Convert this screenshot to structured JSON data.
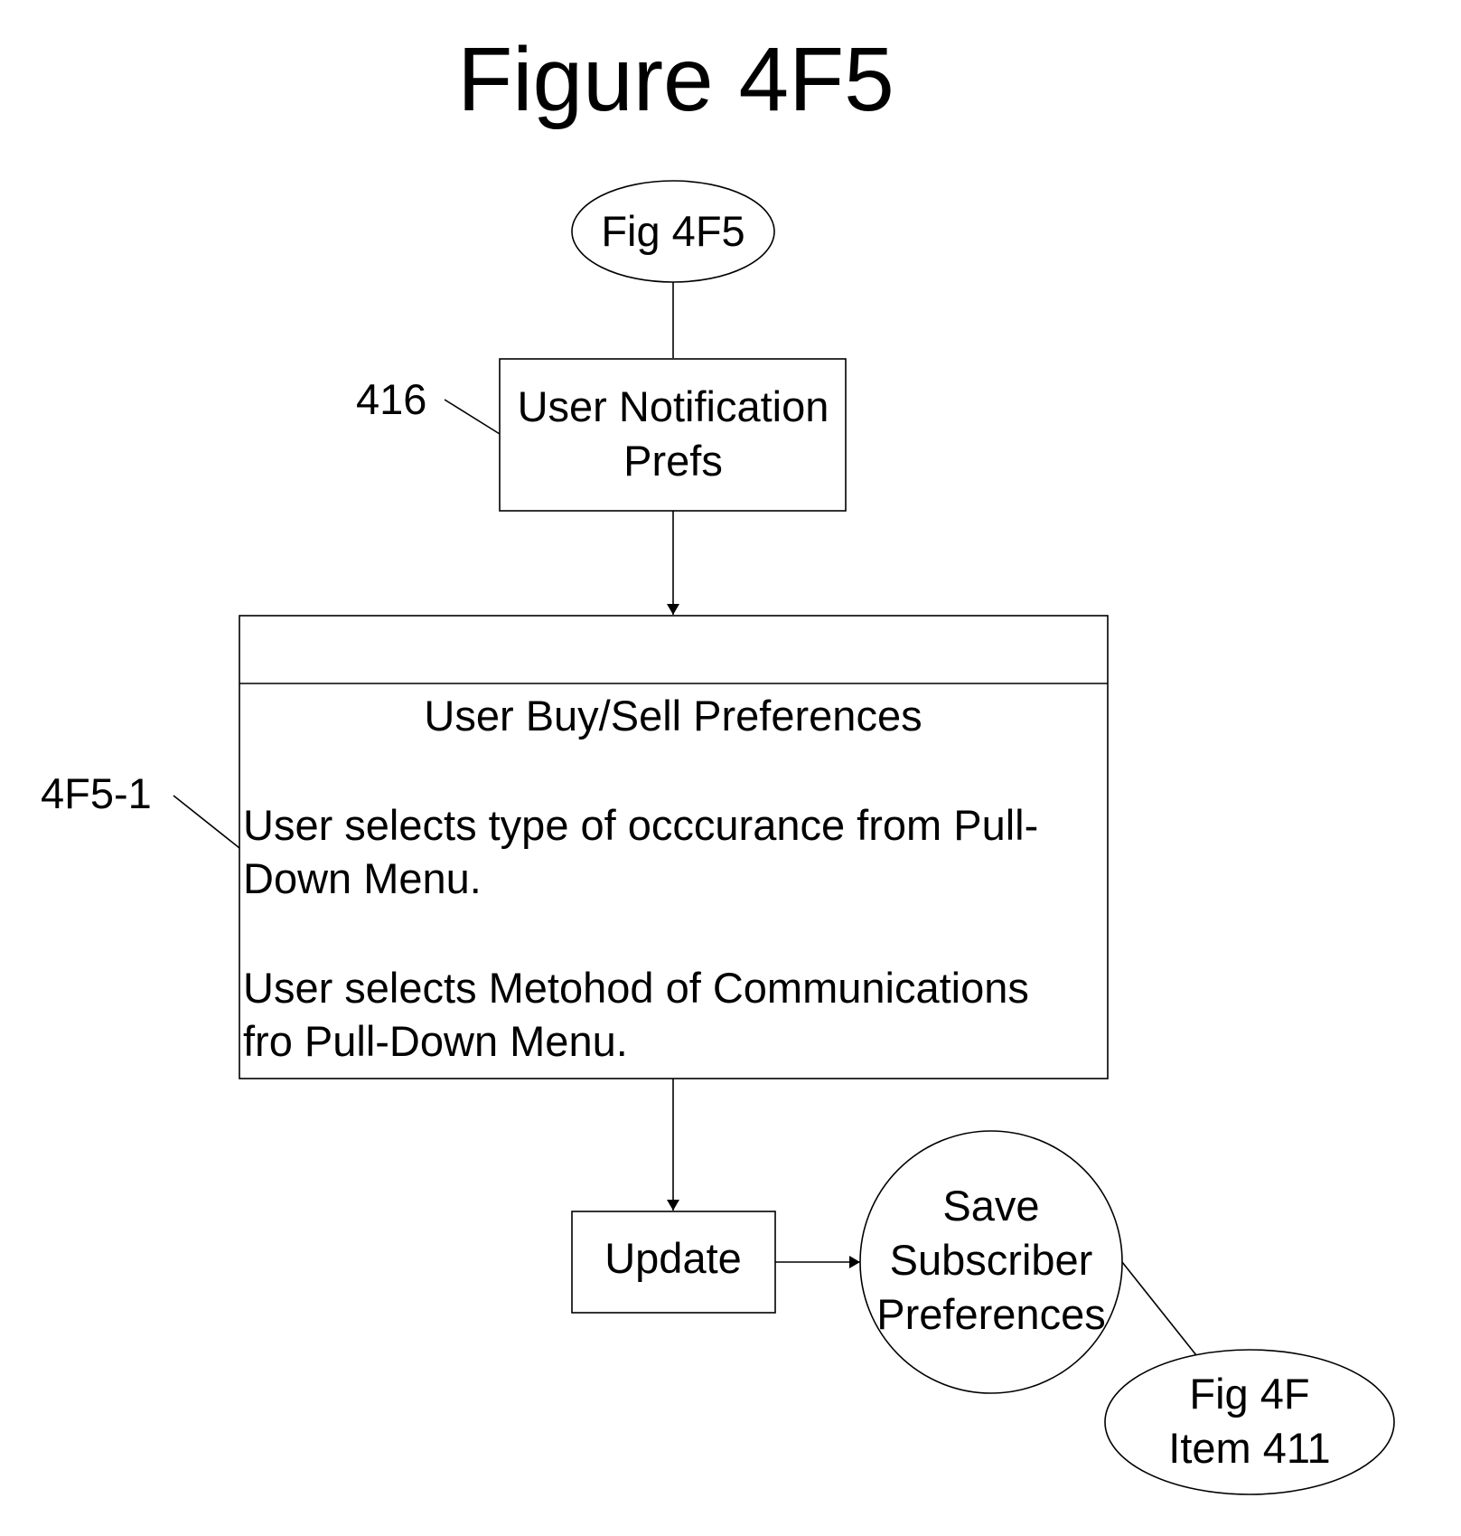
{
  "title": "Figure 4F5",
  "start_terminator": {
    "label": "Fig 4F5"
  },
  "step_416": {
    "ref": "416",
    "lines": [
      "User Notification",
      "Prefs"
    ]
  },
  "step_4f5_1": {
    "ref": "4F5-1",
    "header": "User Buy/Sell Preferences",
    "text1_lines": [
      "User selects type of occcurance from Pull-",
      "Down Menu."
    ],
    "text2_lines": [
      "User selects Metohod of Communications",
      "fro Pull-Down Menu."
    ]
  },
  "update": {
    "label": "Update"
  },
  "save": {
    "lines": [
      "Save",
      "Subscriber",
      "Preferences"
    ]
  },
  "end_terminator": {
    "lines": [
      "Fig 4F",
      "Item 411"
    ]
  },
  "colors": {
    "line": "#000000",
    "background": "#ffffff"
  }
}
